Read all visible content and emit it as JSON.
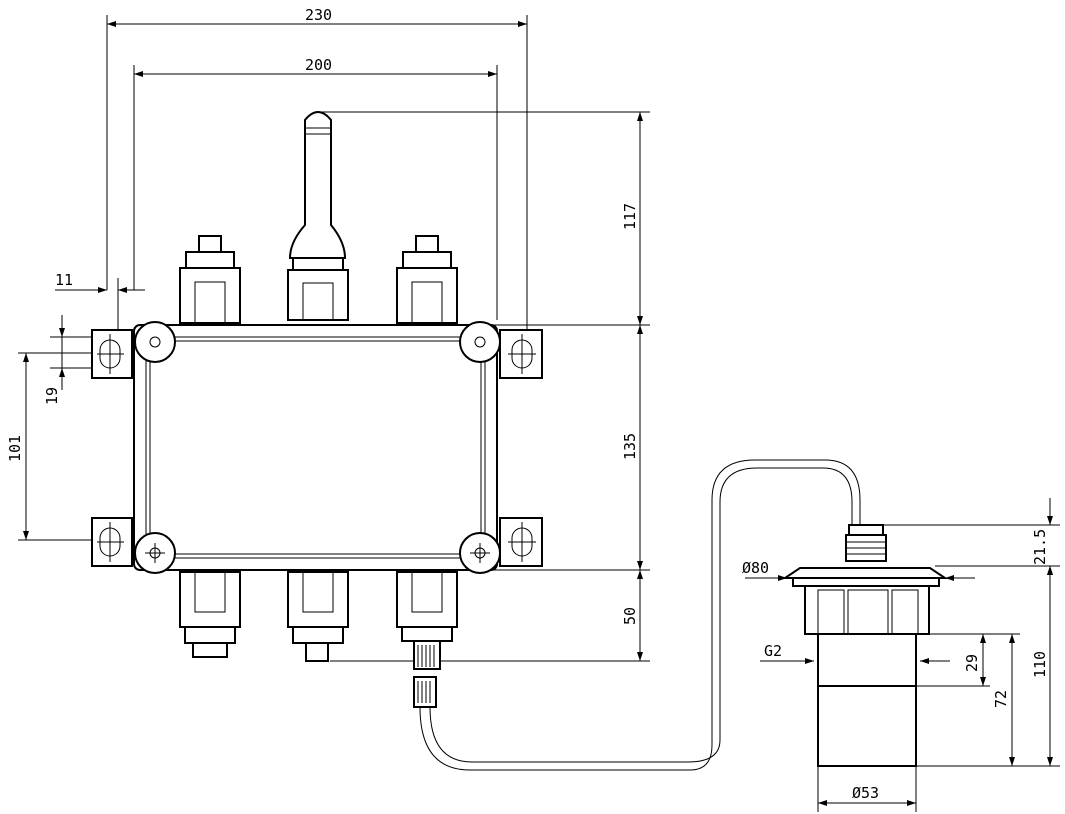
{
  "dimensions": {
    "overall_width": "230",
    "box_width": "200",
    "antenna_height": "117",
    "box_height": "135",
    "bottom_connector": "50",
    "ear_offset": "11",
    "slot_length": "19",
    "hole_spacing": "101",
    "sensor_cable_gland": "21.5",
    "sensor_flange_dia": "Ø80",
    "thread": "G2",
    "thread_length": "29",
    "sensor_height_total": "110",
    "sensor_lower": "72",
    "sensor_body_dia": "Ø53"
  }
}
